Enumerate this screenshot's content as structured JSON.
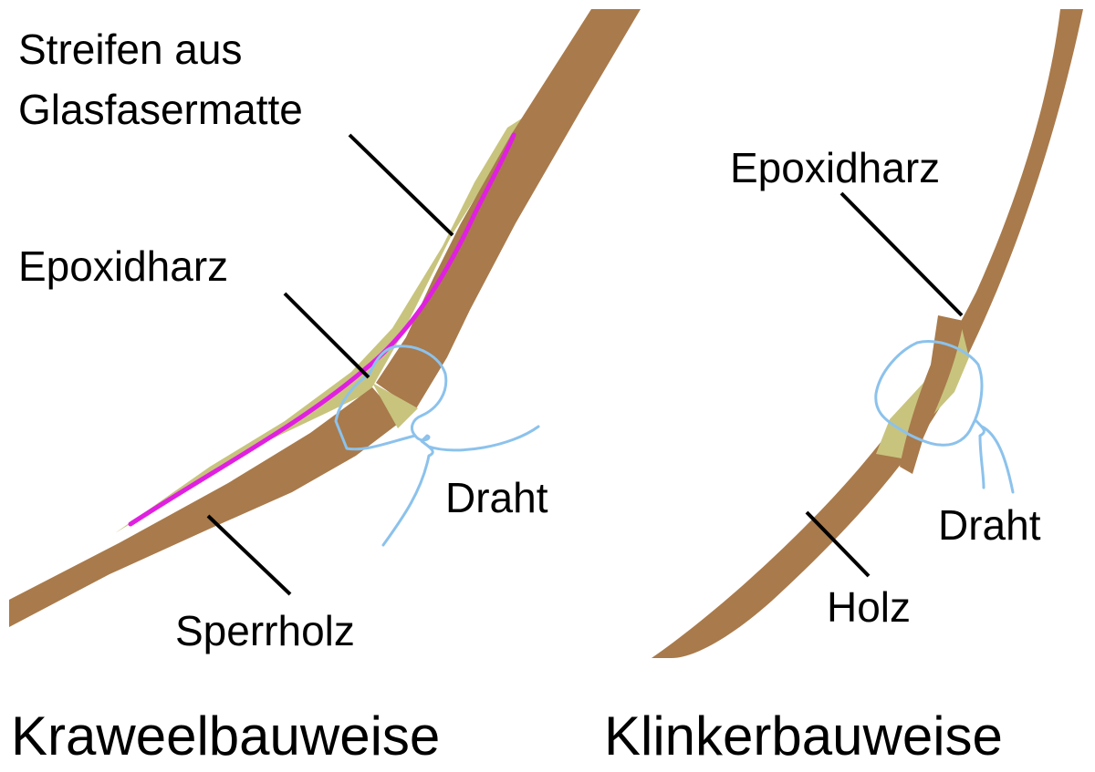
{
  "colors": {
    "wood": "#A97A4B",
    "epoxy": "#C8C47E",
    "fiberglass": "#E020E0",
    "wire": "#8CC2EC",
    "leader": "#000000"
  },
  "left_panel": {
    "title": "Kraweelbauweise",
    "label_strip_line1": "Streifen aus",
    "label_strip_line2": "Glasfasermatte",
    "label_epoxy": "Epoxidharz",
    "label_wire": "Draht",
    "label_plywood": "Sperrholz"
  },
  "right_panel": {
    "title": "Klinkerbauweise",
    "label_epoxy": "Epoxidharz",
    "label_wire": "Draht",
    "label_wood": "Holz"
  }
}
